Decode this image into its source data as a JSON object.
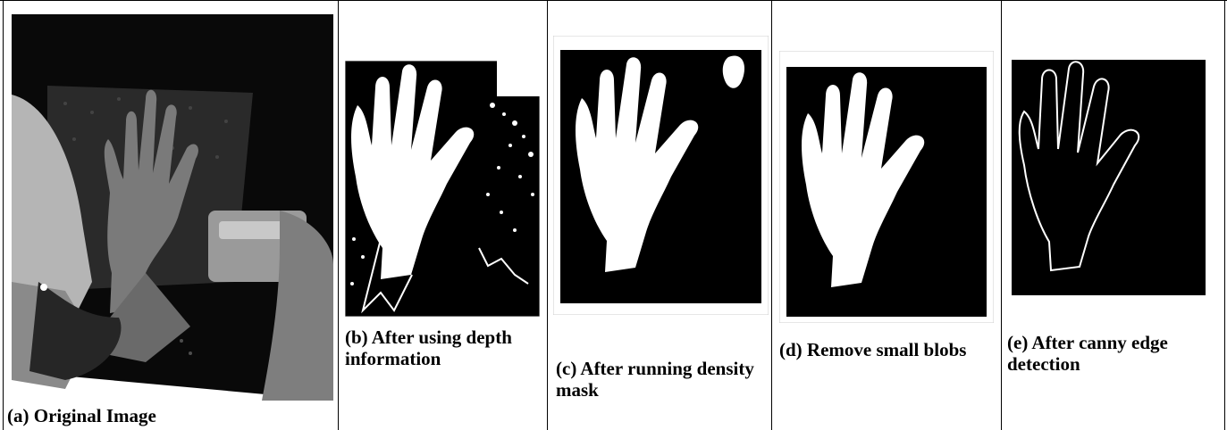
{
  "figure": {
    "panels": [
      {
        "id": "a",
        "caption": "(a) Original Image"
      },
      {
        "id": "b",
        "caption": "(b) After using depth information"
      },
      {
        "id": "c",
        "caption": "(c) After running density mask"
      },
      {
        "id": "d",
        "caption": "(d) Remove small blobs"
      },
      {
        "id": "e",
        "caption": "(e) After canny edge detection"
      }
    ]
  }
}
